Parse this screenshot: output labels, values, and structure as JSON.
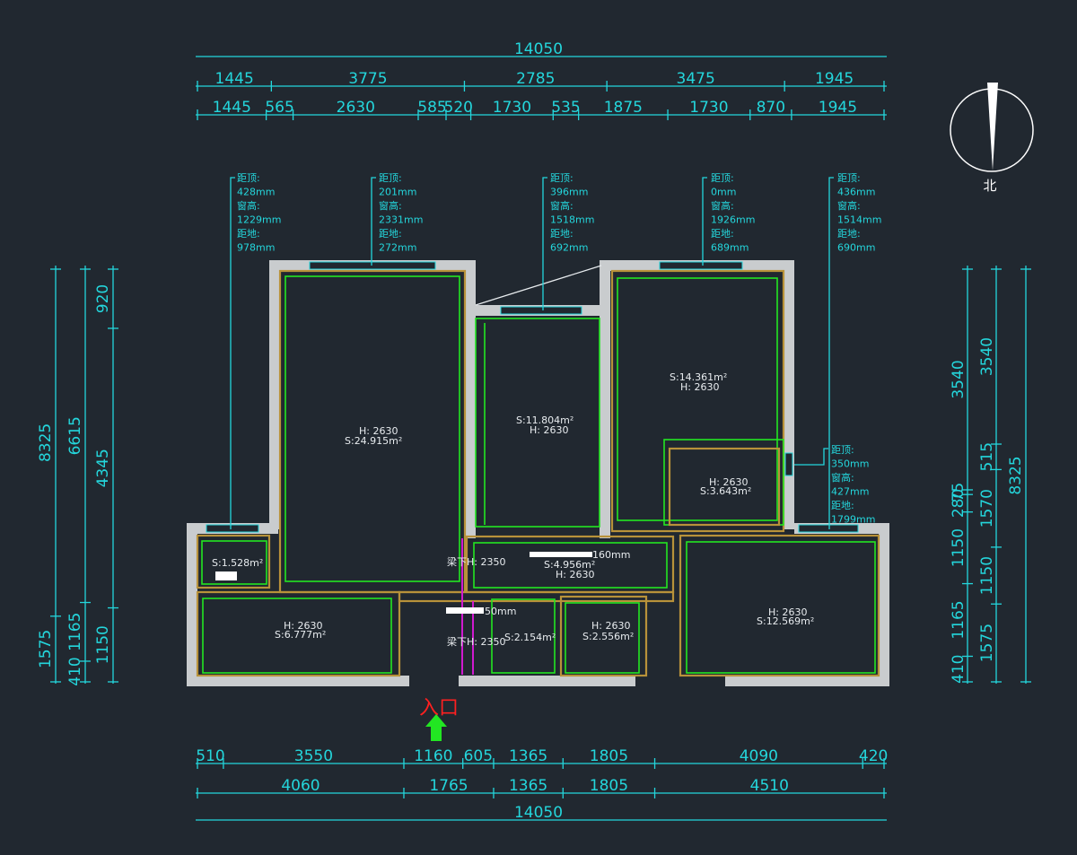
{
  "top_dims": {
    "overall": "14050",
    "row1": [
      "1445",
      "3775",
      "2785",
      "3475",
      "1945"
    ],
    "row2": [
      "1445",
      "565",
      "2630",
      "585",
      "520",
      "1730",
      "535",
      "1875",
      "1730",
      "870",
      "1945"
    ]
  },
  "bottom_dims": {
    "row1": [
      "510",
      "3550",
      "1160",
      "605",
      "1365",
      "1805",
      "4090",
      "420"
    ],
    "row2": [
      "4060",
      "1765",
      "1365",
      "1805",
      "4510"
    ],
    "overall": "14050"
  },
  "left_dims": {
    "col1": [
      "8325",
      "1575"
    ],
    "col2": [
      "6615",
      "1165",
      "410"
    ],
    "col3": [
      "920",
      "4345",
      "1150"
    ]
  },
  "right_dims": {
    "col1": [
      "3540",
      "75",
      "280",
      "1150",
      "1165",
      "410"
    ],
    "col2": [
      "3540",
      "515",
      "1570",
      "1150",
      "1575"
    ],
    "col3": [
      "8325"
    ]
  },
  "compass": {
    "label": "北"
  },
  "entrance": {
    "label": "入口"
  },
  "window_notes": [
    [
      "距顶:",
      "428mm",
      "窗高:",
      "1229mm",
      "距地:",
      "978mm"
    ],
    [
      "距顶:",
      "201mm",
      "窗高:",
      "2331mm",
      "距地:",
      "272mm"
    ],
    [
      "距顶:",
      "396mm",
      "窗高:",
      "1518mm",
      "距地:",
      "692mm"
    ],
    [
      "距顶:",
      "0mm",
      "窗高:",
      "1926mm",
      "距地:",
      "689mm"
    ],
    [
      "距顶:",
      "436mm",
      "窗高:",
      "1514mm",
      "距地:",
      "690mm"
    ],
    [
      "距顶:",
      "350mm",
      "窗高:",
      "427mm",
      "距地:",
      "1799mm"
    ]
  ],
  "rooms": {
    "living_h": "H: 2630",
    "living_s": "S:24.915m²",
    "mid_s": "S:11.804m²",
    "mid_h": "H: 2630",
    "ne_s": "S:14.361m²",
    "ne_h": "H: 2630",
    "bath_h": "H: 2630",
    "bath_s": "S:3.643m²",
    "small_s": "S:1.528m²",
    "hall_s": "S:4.956m²",
    "hall_h": "H: 2630",
    "beam1": "梁下H: 2350",
    "beam2": "梁下H: 2350",
    "sw_h": "H: 2630",
    "sw_s": "S:6.777m²",
    "s4_s": "S:2.154m²",
    "s5_h": "H: 2630",
    "s5_s": "S:2.556m²",
    "se_h": "H: 2630",
    "se_s": "S:12.569m²",
    "hall_width": "160mm",
    "entry_width": "50mm"
  }
}
